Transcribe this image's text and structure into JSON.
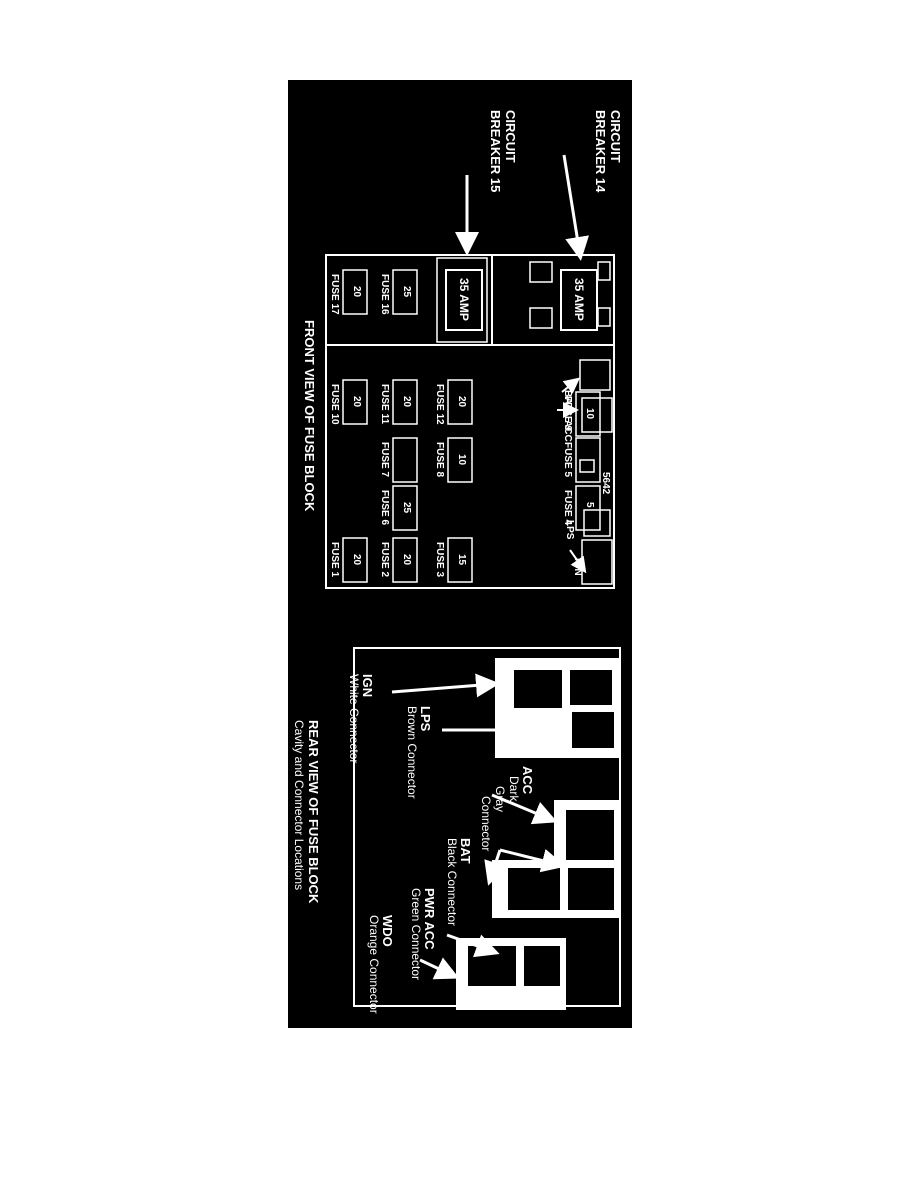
{
  "front": {
    "title": "FRONT VIEW OF FUSE BLOCK",
    "part_number": "5642",
    "circuit_breaker_14": {
      "line1": "CIRCUIT",
      "line2": "BREAKER 14",
      "rating": "35 AMP"
    },
    "circuit_breaker_15": {
      "line1": "CIRCUIT",
      "line2": "BREAKER 15",
      "rating": "35 AMP"
    },
    "terminals": {
      "bat": "BAT",
      "acc": "ACC",
      "lps": "LPS",
      "ign": "IGN"
    },
    "fuses": [
      {
        "label": "FUSE 1",
        "rating": "20"
      },
      {
        "label": "FUSE 2",
        "rating": "20"
      },
      {
        "label": "FUSE 3",
        "rating": "15"
      },
      {
        "label": "FUSE 4",
        "rating": "5"
      },
      {
        "label": "FUSE 5",
        "rating": ""
      },
      {
        "label": "FUSE 6",
        "rating": "25"
      },
      {
        "label": "FUSE 7",
        "rating": ""
      },
      {
        "label": "FUSE 8",
        "rating": "10"
      },
      {
        "label": "FUSE 9",
        "rating": "10"
      },
      {
        "label": "FUSE 10",
        "rating": "20"
      },
      {
        "label": "FUSE 11",
        "rating": "20"
      },
      {
        "label": "FUSE 12",
        "rating": "20"
      },
      {
        "label": "FUSE 16",
        "rating": "25"
      },
      {
        "label": "FUSE 17",
        "rating": "20"
      }
    ]
  },
  "rear": {
    "title": "REAR VIEW OF FUSE BLOCK",
    "subtitle": "Cavity and Connector Locations",
    "connectors": [
      {
        "code": "IGN",
        "desc": "White Connector"
      },
      {
        "code": "LPS",
        "desc": "Brown Connector"
      },
      {
        "code": "ACC",
        "desc1": "Dark",
        "desc2": "Gray",
        "desc3": "Connector"
      },
      {
        "code": "BAT",
        "desc": "Black Connector"
      },
      {
        "code": "PWR ACC",
        "desc": "Green Connector"
      },
      {
        "code": "WDO",
        "desc": "Orange Connector"
      }
    ]
  },
  "colors": {
    "background": "#000000",
    "line": "#ffffff"
  }
}
